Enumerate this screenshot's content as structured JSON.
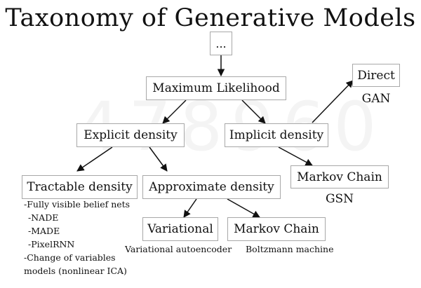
{
  "title": "Taxonomy of Generative Models",
  "watermark": "478960",
  "nodes": {
    "root": "...",
    "maximum_likelihood": "Maximum Likelihood",
    "explicit_density": "Explicit density",
    "implicit_density": "Implicit density",
    "direct": "Direct",
    "markov_chain_implicit": "Markov Chain",
    "tractable_density": "Tractable density",
    "approximate_density": "Approximate density",
    "variational": "Variational",
    "markov_chain_approx": "Markov Chain"
  },
  "captions": {
    "gan": "GAN",
    "gsn": "GSN",
    "variational_autoencoder": "Variational autoencoder",
    "boltzmann_machine": "Boltzmann machine"
  },
  "tractable_examples": [
    "-Fully visible belief nets",
    " -NADE",
    " -MADE",
    " -PixelRNN",
    "-Change of variables",
    "models (nonlinear ICA)"
  ]
}
